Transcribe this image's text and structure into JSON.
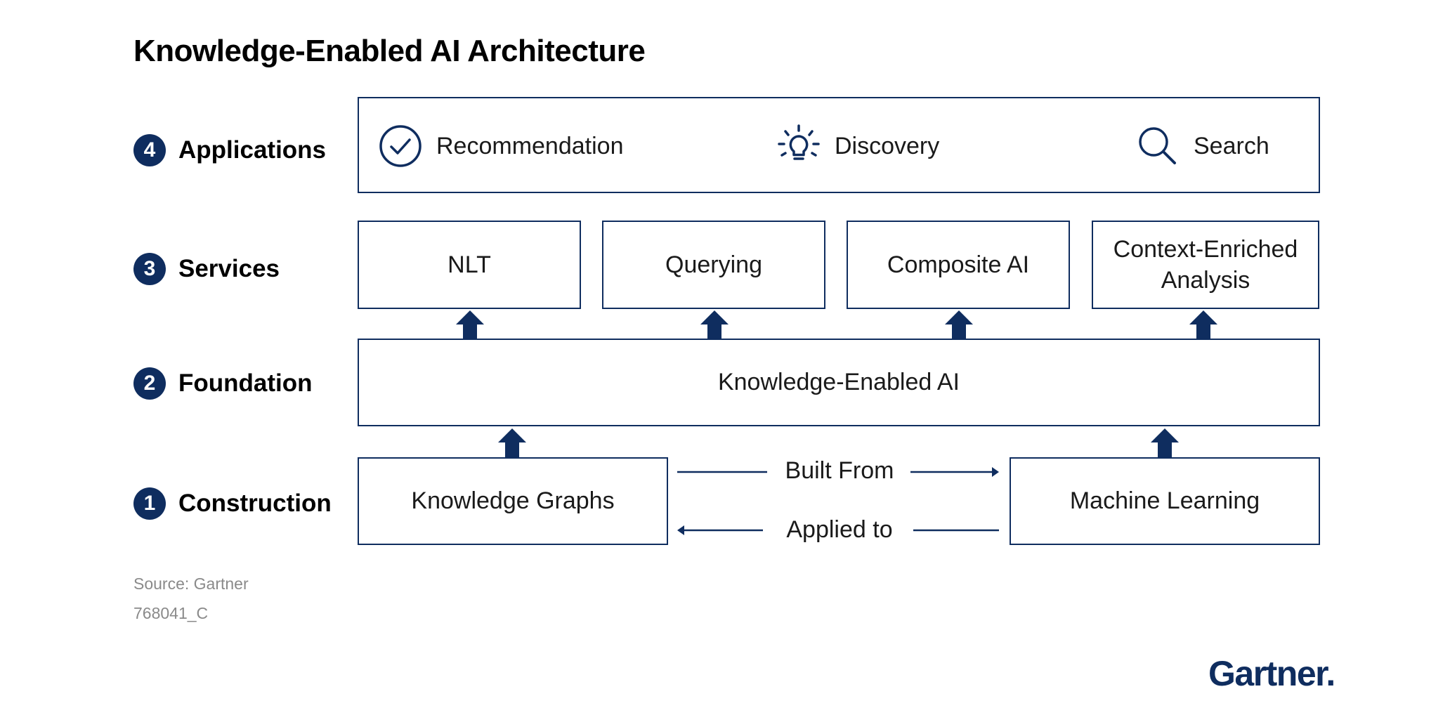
{
  "title": "Knowledge-Enabled AI Architecture",
  "layers": [
    {
      "number": "4",
      "label": "Applications"
    },
    {
      "number": "3",
      "label": "Services"
    },
    {
      "number": "2",
      "label": "Foundation"
    },
    {
      "number": "1",
      "label": "Construction"
    }
  ],
  "applications": [
    {
      "label": "Recommendation",
      "icon": "check-circle-icon"
    },
    {
      "label": "Discovery",
      "icon": "lightbulb-icon"
    },
    {
      "label": "Search",
      "icon": "magnifier-icon"
    }
  ],
  "services": [
    "NLT",
    "Querying",
    "Composite AI",
    "Context-Enriched\nAnalysis"
  ],
  "foundation": "Knowledge-Enabled AI",
  "construction": {
    "left": "Knowledge Graphs",
    "right": "Machine Learning",
    "built_from": "Built From",
    "applied_to": "Applied to"
  },
  "footer": {
    "source": "Source: Gartner",
    "id": "768041_C",
    "logo": "Gartner."
  },
  "colors": {
    "accent": "#0f2d5f"
  }
}
